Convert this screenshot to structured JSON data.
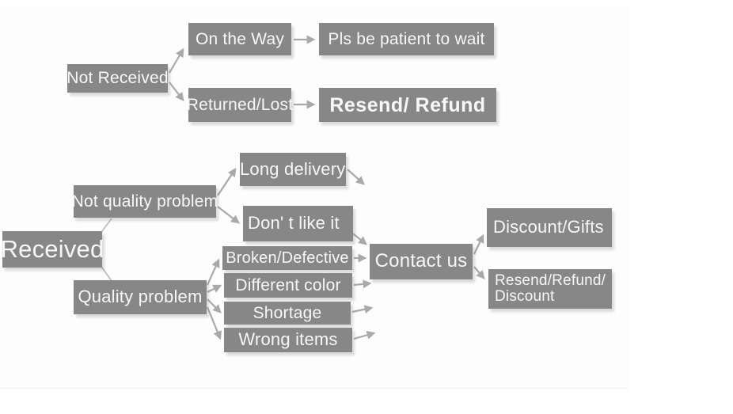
{
  "palette": {
    "box_gray": "#878787",
    "text_white": "#f7f7f7",
    "arrow_gray": "#a9a9a9",
    "plain_line_gray": "#b8b8b8",
    "background": "#ffffff"
  },
  "diagram": {
    "type": "flowchart",
    "nodes": {
      "not_received": {
        "label": "Not Received"
      },
      "on_the_way": {
        "label": "On the Way"
      },
      "pls_be_patient": {
        "label": "Pls be patient to wait"
      },
      "returned_lost": {
        "label": "Returned/Lost"
      },
      "resend_refund": {
        "label": "Resend/ Refund"
      },
      "received": {
        "label": "Received"
      },
      "not_quality_problem": {
        "label": "Not quality problem"
      },
      "quality_problem": {
        "label": "Quality problem"
      },
      "long_delivery": {
        "label": "Long delivery"
      },
      "dont_like_it": {
        "label": "Don' t like it"
      },
      "broken_defective": {
        "label": "Broken/Defective"
      },
      "different_color": {
        "label": "Different color"
      },
      "shortage": {
        "label": "Shortage"
      },
      "wrong_items": {
        "label": "Wrong items"
      },
      "contact_us": {
        "label": "Contact us"
      },
      "discount_gifts": {
        "label": "Discount/Gifts"
      },
      "resend_refund_discount": {
        "line1": "Resend/Refund/",
        "line2": "Discount"
      }
    },
    "edges": [
      {
        "from": "not_received",
        "to": "on_the_way"
      },
      {
        "from": "not_received",
        "to": "returned_lost"
      },
      {
        "from": "on_the_way",
        "to": "pls_be_patient"
      },
      {
        "from": "returned_lost",
        "to": "resend_refund"
      },
      {
        "from": "received",
        "to": "not_quality_problem"
      },
      {
        "from": "received",
        "to": "quality_problem"
      },
      {
        "from": "not_quality_problem",
        "to": "long_delivery"
      },
      {
        "from": "not_quality_problem",
        "to": "dont_like_it"
      },
      {
        "from": "long_delivery",
        "to": "contact_us"
      },
      {
        "from": "dont_like_it",
        "to": "contact_us"
      },
      {
        "from": "quality_problem",
        "to": "broken_defective"
      },
      {
        "from": "quality_problem",
        "to": "different_color"
      },
      {
        "from": "quality_problem",
        "to": "shortage"
      },
      {
        "from": "quality_problem",
        "to": "wrong_items"
      },
      {
        "from": "broken_defective",
        "to": "contact_us"
      },
      {
        "from": "different_color",
        "to": "contact_us"
      },
      {
        "from": "shortage",
        "to": "contact_us"
      },
      {
        "from": "wrong_items",
        "to": "contact_us"
      },
      {
        "from": "contact_us",
        "to": "discount_gifts"
      },
      {
        "from": "contact_us",
        "to": "resend_refund_discount"
      }
    ]
  }
}
